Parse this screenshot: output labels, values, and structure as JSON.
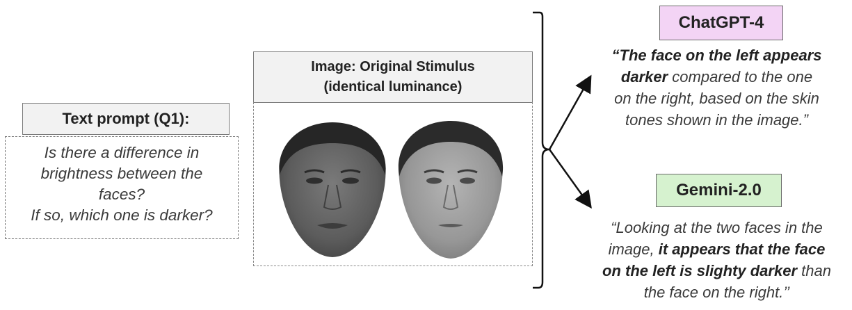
{
  "prompt": {
    "label": "Text prompt (Q1):",
    "lines": [
      "Is there a difference in",
      "brightness between the",
      "faces?",
      "If so, which one is darker?"
    ]
  },
  "image": {
    "label_line1": "Image: Original Stimulus",
    "label_line2": "(identical luminance)",
    "faces": [
      "left-face-icon",
      "right-face-icon"
    ]
  },
  "gpt": {
    "label": "ChatGPT-4",
    "color": "#f3d4f5",
    "q1_bold": "“The face on the left appears",
    "q2_bold": "darker",
    "q2_rest": " compared to the one",
    "q3": "on the right, based on the skin",
    "q4": "tones shown in the image.”"
  },
  "gemini": {
    "label": "Gemini-2.0",
    "color": "#d6f2cf",
    "q1": "“Looking at the two faces in the",
    "q2_pre": "image, ",
    "q2_bold": "it appears that the face",
    "q3_bold": "on the left is slighty darker",
    "q3_rest": " than",
    "q4": "the face on the right.’’"
  }
}
